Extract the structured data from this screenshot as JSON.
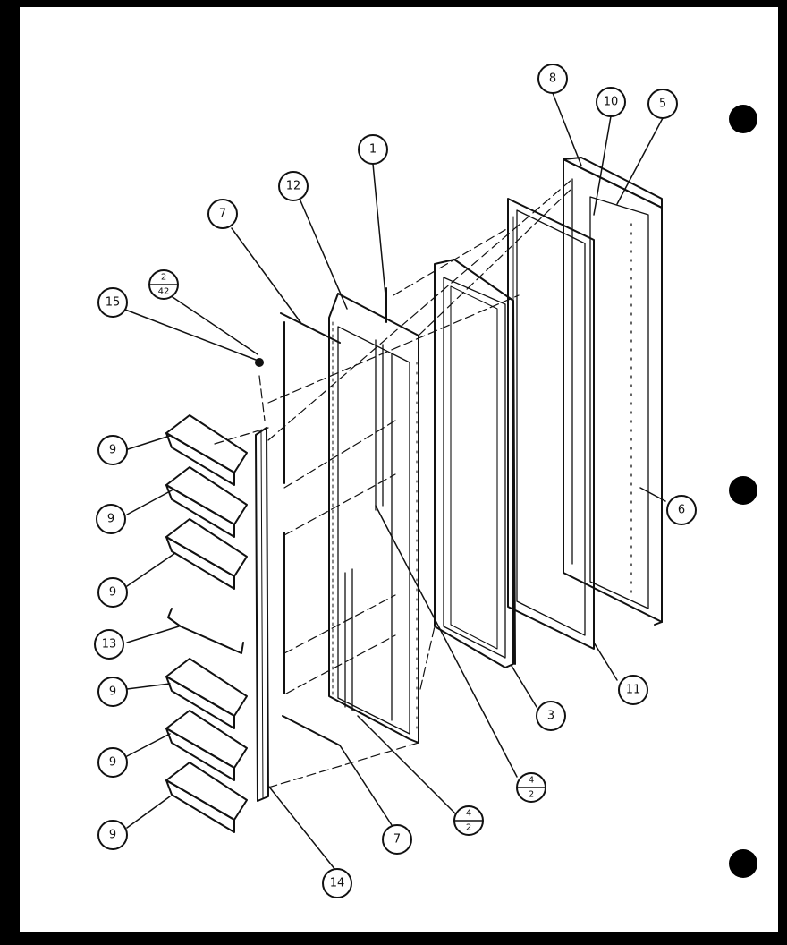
{
  "diagram": {
    "type": "exploded-parts-view",
    "callouts": [
      {
        "id": "c1",
        "label": "1"
      },
      {
        "id": "c3",
        "label": "3"
      },
      {
        "id": "c5",
        "label": "5"
      },
      {
        "id": "c6",
        "label": "6"
      },
      {
        "id": "c7a",
        "label": "7"
      },
      {
        "id": "c7b",
        "label": "7"
      },
      {
        "id": "c8",
        "label": "8"
      },
      {
        "id": "c9a",
        "label": "9"
      },
      {
        "id": "c9b",
        "label": "9"
      },
      {
        "id": "c9c",
        "label": "9"
      },
      {
        "id": "c9d",
        "label": "9"
      },
      {
        "id": "c9e",
        "label": "9"
      },
      {
        "id": "c9f",
        "label": "9"
      },
      {
        "id": "c10",
        "label": "10"
      },
      {
        "id": "c11",
        "label": "11"
      },
      {
        "id": "c12",
        "label": "12"
      },
      {
        "id": "c13",
        "label": "13"
      },
      {
        "id": "c14",
        "label": "14"
      },
      {
        "id": "c15",
        "label": "15"
      }
    ],
    "fraction_callouts": [
      {
        "id": "f1",
        "top": "2",
        "bottom": "42"
      },
      {
        "id": "f2",
        "top": "4",
        "bottom": "2"
      },
      {
        "id": "f3",
        "top": "4",
        "bottom": "2"
      }
    ],
    "registration_marks": 3,
    "colors": {
      "ink": "#111111",
      "paper": "#ffffff",
      "border": "#000000"
    }
  }
}
